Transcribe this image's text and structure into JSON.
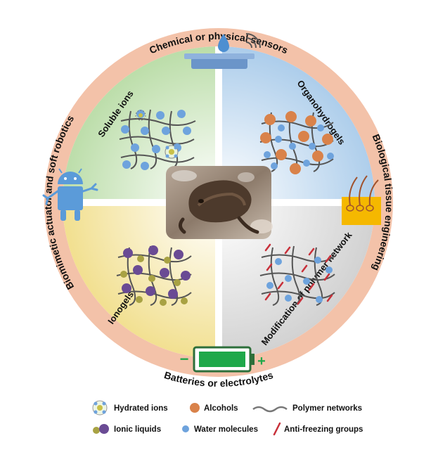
{
  "ring": {
    "top": "Chemical or physical sensors",
    "right": "Biological tissue engineering",
    "bottom": "Batteries or electrolytes",
    "left": "Biomimetic actuator and soft robotics"
  },
  "quadrants": {
    "top_left": "Soluble ions",
    "top_right": "Organohydrogels",
    "bottom_left": "Ionogels",
    "bottom_right": "Modification of polymer network"
  },
  "battery": {
    "minus": "−",
    "plus": "+"
  },
  "legend": {
    "hydrated_ions": "Hydrated ions",
    "alcohols": "Alcohols",
    "polymer_networks": "Polymer networks",
    "ionic_liquids": "Ionic liquids",
    "water_molecules": "Water molecules",
    "anti_freezing": "Anti-freezing groups"
  },
  "colors": {
    "ring": "#f3c2a9",
    "green": "#cfe6bf",
    "blue": "#c6dcef",
    "yellow": "#f4e6a6",
    "gray": "#dcdcdc",
    "water": "#6ea3dd",
    "alcohol": "#d9824a",
    "ionic_purple": "#6a4b94",
    "ionic_olive": "#a8a243",
    "anti_freezing": "#c8303a",
    "battery_green": "#1fa84a",
    "android_blue": "#5b9bd9"
  },
  "icons": [
    "water-drop-sensor-icon",
    "android-robot-icon",
    "hair-follicle-tissue-icon",
    "battery-icon",
    "frog-photo"
  ]
}
